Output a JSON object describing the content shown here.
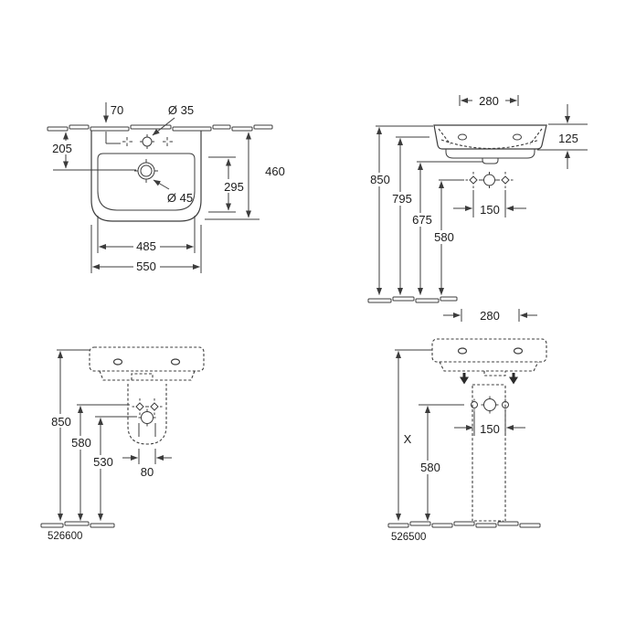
{
  "drawing": {
    "title": "washbasin-technical-dimension-drawing",
    "line_color": "#3c3c3c",
    "text_color": "#1c1c1c",
    "views": {
      "top_view": {
        "name": "basin top view",
        "dims": {
          "tap_edge_offset": "70",
          "tap_hole_diameter": "Ø 35",
          "drain_offset": "205",
          "total_depth": "460",
          "bowl_depth": "295",
          "drain_diameter": "Ø 45",
          "bowl_width": "485",
          "total_width": "550"
        }
      },
      "rear_view": {
        "name": "basin rear elevation",
        "dims": {
          "hole_spacing": "280",
          "rim_thickness": "125",
          "rim_height": "850",
          "hole_height": "795",
          "outlet_height": "675",
          "fixing_height": "580",
          "fixing_spacing": "150"
        }
      },
      "side_view_siphon": {
        "name": "side view with siphon cover",
        "product_code": "526600",
        "dims": {
          "rim_height": "850",
          "fixing_height": "580",
          "outlet_height": "530",
          "pipe_spacing": "80"
        }
      },
      "front_view_pedestal": {
        "name": "front view with pedestal",
        "product_code": "526500",
        "dims": {
          "hole_spacing": "280",
          "height_x": "X",
          "fixing_height": "580",
          "fixing_spacing": "150"
        }
      }
    }
  }
}
